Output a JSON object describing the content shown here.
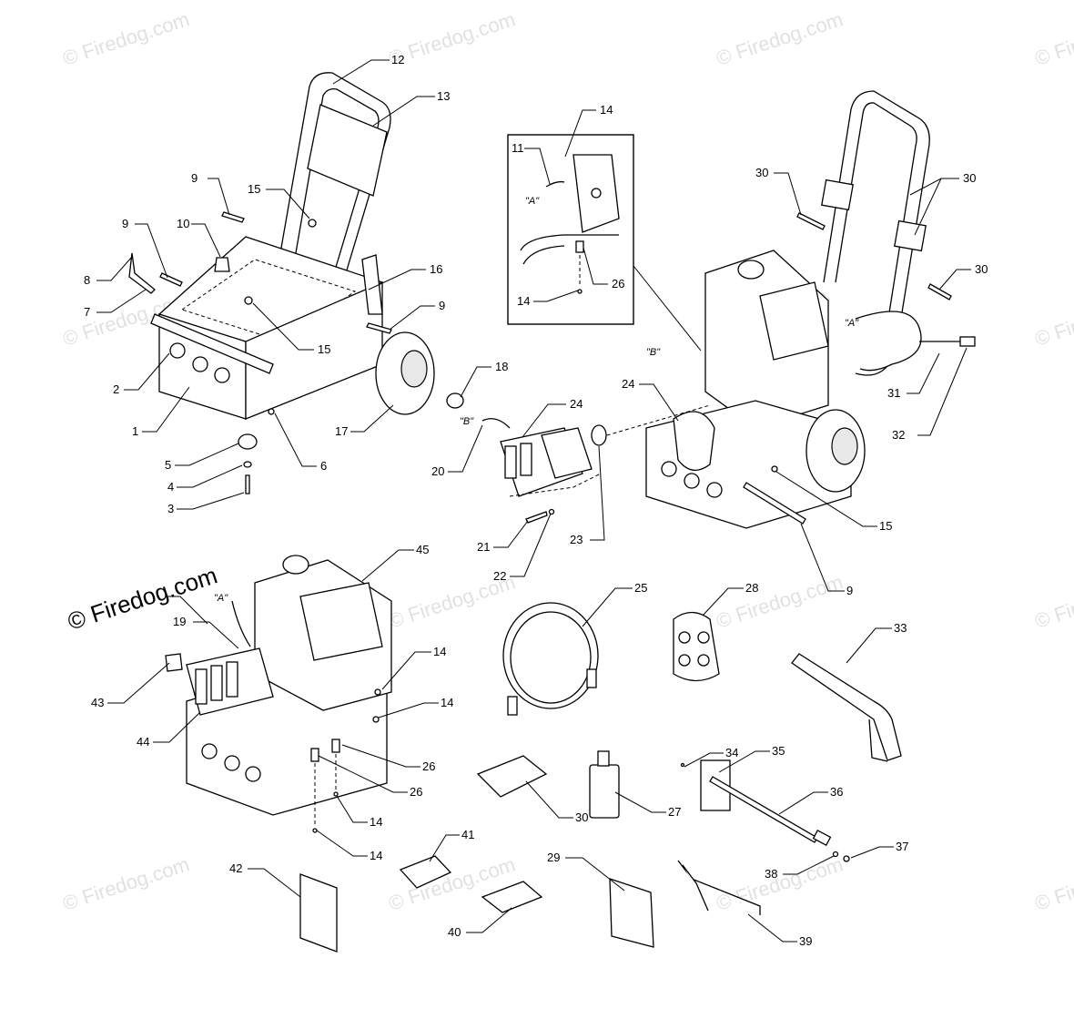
{
  "watermark": {
    "text": "© Firedog.com",
    "large_text": "© Firedog.com"
  },
  "tags": {
    "a": "\"A\"",
    "b": "\"B\""
  },
  "callouts": [
    {
      "id": "c12",
      "label": "12"
    },
    {
      "id": "c13",
      "label": "13"
    },
    {
      "id": "c9a",
      "label": "9"
    },
    {
      "id": "c15a",
      "label": "15"
    },
    {
      "id": "c9b",
      "label": "9"
    },
    {
      "id": "c10",
      "label": "10"
    },
    {
      "id": "c8",
      "label": "8"
    },
    {
      "id": "c7",
      "label": "7"
    },
    {
      "id": "c16",
      "label": "16"
    },
    {
      "id": "c9c",
      "label": "9"
    },
    {
      "id": "c15b",
      "label": "15"
    },
    {
      "id": "c2",
      "label": "2"
    },
    {
      "id": "c18",
      "label": "18"
    },
    {
      "id": "c1",
      "label": "1"
    },
    {
      "id": "c17",
      "label": "17"
    },
    {
      "id": "c5",
      "label": "5"
    },
    {
      "id": "c6",
      "label": "6"
    },
    {
      "id": "c4",
      "label": "4"
    },
    {
      "id": "c3",
      "label": "3"
    },
    {
      "id": "c14a",
      "label": "14"
    },
    {
      "id": "c11",
      "label": "11"
    },
    {
      "id": "c26a",
      "label": "26"
    },
    {
      "id": "c14b",
      "label": "14"
    },
    {
      "id": "c30a",
      "label": "30"
    },
    {
      "id": "c30b",
      "label": "30"
    },
    {
      "id": "c30c",
      "label": "30"
    },
    {
      "id": "c31",
      "label": "31"
    },
    {
      "id": "c32",
      "label": "32"
    },
    {
      "id": "c24a",
      "label": "24"
    },
    {
      "id": "c24b",
      "label": "24"
    },
    {
      "id": "c20",
      "label": "20"
    },
    {
      "id": "c23",
      "label": "23"
    },
    {
      "id": "c21",
      "label": "21"
    },
    {
      "id": "c22",
      "label": "22"
    },
    {
      "id": "c15c",
      "label": "15"
    },
    {
      "id": "c9d",
      "label": "9"
    },
    {
      "id": "c45",
      "label": "45"
    },
    {
      "id": "c19",
      "label": "19"
    },
    {
      "id": "c14c",
      "label": "14"
    },
    {
      "id": "c43",
      "label": "43"
    },
    {
      "id": "c14d",
      "label": "14"
    },
    {
      "id": "c44",
      "label": "44"
    },
    {
      "id": "c26b",
      "label": "26"
    },
    {
      "id": "c26c",
      "label": "26"
    },
    {
      "id": "c14e",
      "label": "14"
    },
    {
      "id": "c14f",
      "label": "14"
    },
    {
      "id": "c25",
      "label": "25"
    },
    {
      "id": "c28",
      "label": "28"
    },
    {
      "id": "c33",
      "label": "33"
    },
    {
      "id": "c34",
      "label": "34"
    },
    {
      "id": "c35",
      "label": "35"
    },
    {
      "id": "c30d",
      "label": "30"
    },
    {
      "id": "c27",
      "label": "27"
    },
    {
      "id": "c36",
      "label": "36"
    },
    {
      "id": "c37",
      "label": "37"
    },
    {
      "id": "c38",
      "label": "38"
    },
    {
      "id": "c41",
      "label": "41"
    },
    {
      "id": "c42",
      "label": "42"
    },
    {
      "id": "c29",
      "label": "29"
    },
    {
      "id": "c40",
      "label": "40"
    },
    {
      "id": "c39",
      "label": "39"
    }
  ]
}
